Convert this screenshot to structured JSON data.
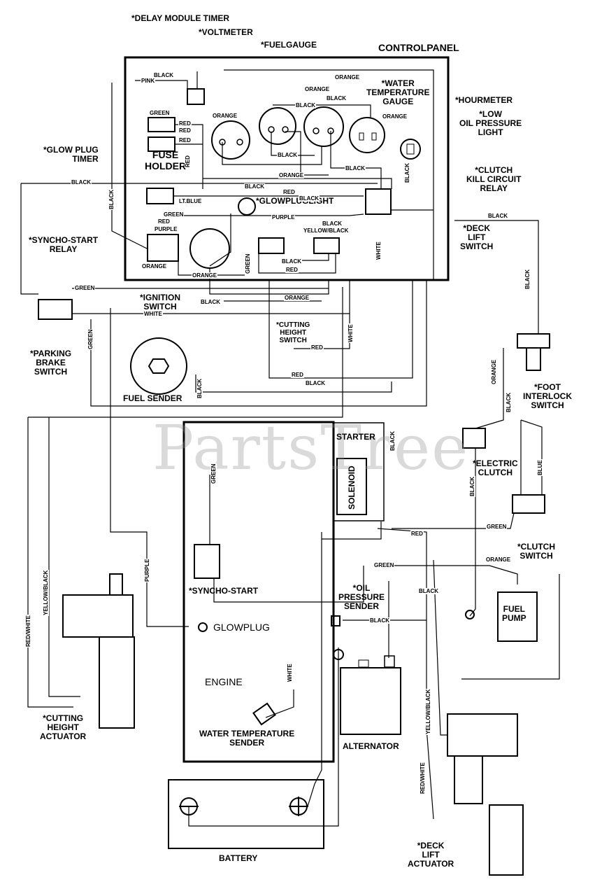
{
  "watermark": "PartsTree",
  "panel_title": "CONTROLPANEL",
  "components": {
    "delay_module_timer": "*DELAY MODULE TIMER",
    "voltmeter": "*VOLTMETER",
    "fuelgauge": "*FUELGAUGE",
    "water_temp_gauge": "*WATER\nTEMPERATURE\nGAUGE",
    "hourmeter": "*HOURMETER",
    "low_oil_light": "*LOW\nOIL PRESSURE\nLIGHT",
    "glow_plug_timer": "*GLOW PLUG\nTIMER",
    "fuse_holder": "FUSE\nHOLDER",
    "clutch_kill_relay": "*CLUTCH\nKILL CIRCUIT\nRELAY",
    "glowpluglight": "*GLOWPLUGLIGHT",
    "syncho_start_relay": "*SYNCHO-START\nRELAY",
    "deck_lift_switch": "*DECK\nLIFT\nSWITCH",
    "ignition_switch": "*IGNITION\nSWITCH",
    "parking_brake_switch": "*PARKING\nBRAKE\nSWITCH",
    "cutting_height_switch": "*CUTTING\nHEIGHT\nSWITCH",
    "fuel_sender": "FUEL SENDER",
    "foot_interlock_switch": "*FOOT\nINTERLOCK\nSWITCH",
    "starter": "STARTER",
    "solenoid": "SOLENOID",
    "electric_clutch": "*ELECTRIC\nCLUTCH",
    "clutch_switch": "*CLUTCH\nSWITCH",
    "syncho_start": "*SYNCHO-START",
    "oil_pressure_sender": "*OIL\nPRESSURE\nSENDER",
    "fuel_pump": "FUEL\nPUMP",
    "glowplug": "GLOWPLUG",
    "engine": "ENGINE",
    "water_temp_sender": "WATER TEMPERATURE\nSENDER",
    "alternator": "ALTERNATOR",
    "cutting_height_actuator": "*CUTTING\nHEIGHT\nACTUATOR",
    "battery": "BATTERY",
    "deck_lift_actuator": "*DECK\nLIFT\nACTUATOR"
  },
  "wires": {
    "black": "BLACK",
    "pink": "PINK",
    "orange": "ORANGE",
    "green": "GREEN",
    "red": "RED",
    "lt_blue": "LT.BLUE",
    "purple": "PURPLE",
    "white": "WHITE",
    "yellow_black": "YELLOW/BLACK",
    "blue": "BLUE",
    "red_white": "RED/WHITE"
  }
}
